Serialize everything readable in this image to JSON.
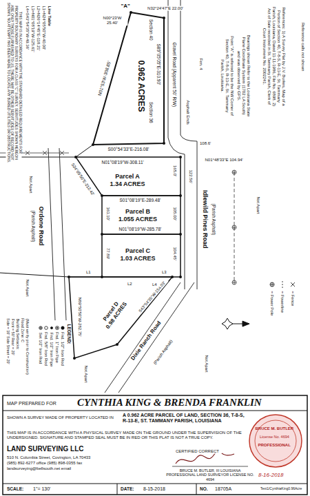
{
  "diagram": {
    "nodes": [
      {
        "text": [
          "0.962 ACRES"
        ]
      },
      {
        "text": [
          "Parcel A",
          "1.34 ACRES"
        ]
      },
      {
        "text": [
          "Parcel B",
          "1.055 ACRES"
        ]
      },
      {
        "text": [
          "Parcel C",
          "1.03 ACRES"
        ]
      },
      {
        "text": [
          "Parcel D",
          "0.98 ACRES"
        ]
      }
    ],
    "labels": [
      "Reference calls not shown",
      "References: 1) A Survey Plat by J.V. Burkes, Map of a Portion of Section 40, T-8-S, R-13-E, St. Tammany Parish, Louisiana, Dated 11-11-1986, File No. 6898. 2) Act of Sale recorded in St. Tammany Parish, Clerk of Court Instrument No. 2002241.",
      "\"A\"",
      "N32°24'47\"E 22.00'",
      "N00°23'W 25.40'",
      "N01°53'W-308.85'",
      "S89°05'05\"E-310.90'",
      "Section 40",
      "Section 36",
      "S00°54'33\"E-216.08'",
      "Gravel Road (Apparent 50' R/W)",
      "Asphalt Ends",
      "Fen. 4",
      "108.6'",
      "N01°48'33\"E 104.94'",
      "N01°08'19\"W-308.11'",
      "165.0'",
      "122.56'",
      "S24°05'50\"E-212.42'",
      "S01°08'19\"E-289.48'",
      "105.00'",
      "163.10'",
      "N01°08'19\"W-285.78'",
      "77.89'",
      "104.45'",
      "N89°50'50\"W-282.75'",
      "S43°54'35\"W-154.03'",
      "L1",
      "L2",
      "L3",
      "L4",
      "Idlewild Pines Road",
      "(Parish Asphalt)",
      "Point \"A\" is referred to be the NW Corner of Section 40, T-8-S, R-13-E, St. Tammany Parish, Louisiana.",
      "Bearings shown Refer to the Louisiana State Plane Coordinate System (1702 LA South) and was observed by GPS.",
      "Ordone Road",
      "(Parish Asphalt)",
      "Dixie Ranch Road",
      "(Parish Asphalt)",
      "Not Apart",
      "Not Apart",
      "Not Apart",
      "Not Apart",
      "Not Apart",
      "LEGEND:",
      "(Must verify prior to Construction)",
      "Flood Zone: C",
      "Building Setbacks:",
      "Front = 50' Rear = 20'",
      "Side = 10' Side Street = 20'",
      "Line Table",
      "L1=N24°05'50\"W-40.00'",
      "L2=N26°14'45\"E-118.21'",
      "L3=N01°08'19\"W-125.61'",
      "L4=S43°54'35\"W-49.36'",
      "THIS MAP IS IN ACCORDANCE WITH THE STANDARD DETAILED REQUIREMENTS FOR PROPERTY BOUNDARY SURVEYS FOR A CLASS \"C\" SURVEY. SERVITUDES SHOWN HEREON ARE ONLY THOSE FURNISHED TO US. THERE MAY BE OTHER SERVITUDES OF RECORD NOT SHOWN. NO ATTEMPT HAS BEEN MADE TO LOCATE ANY BURIED UTILITIES OR OBSTRUCTIONS.",
      "MAP PREPARED FOR",
      "CYNTHIA KING & BRENDA FRANKLIN",
      "SHOWN A SURVEY MADE OF PROPERTY LOCATED IN",
      "A 0.962 ACRE PARCEL OF LAND, SECTION 36, T-8-S, R-13-E, ST. TAMMANY PARISH, LOUISIANA",
      "THIS MAP IS IN ACCORDANCE WITH A PHYSICAL SURVEY MADE ON THE GROUND UNDER THE SUPERVISION OF THE UNDERSIGNED. SIGNATURE AND STAMPED SEAL MUST BE IN RED OR THIS PLAT IS NOT A TRUE COPY.",
      "LAND SURVEYING LLC",
      "510 N. Columbia Street, Covington, LA 70433",
      "(985) 892-6277 office (985) 898-0355 fax",
      "landsurveying@bellsouth.net email",
      "CERTIFIED CORRECT",
      "BRUCE M. BUTLER, III LOUISIANA PROFESSIONAL LAND SURVEYOR LICENSE NO. 4694",
      "BRUCE M. BUTLER",
      "License No. 4694",
      "PROFESSIONAL",
      "8-16-2018",
      "SCALE:",
      "1\"= 130'",
      "DATE:",
      "8-15-2018",
      "NO.",
      "18705A",
      "Text1/CynthiaKing0.96Acre"
    ],
    "legend": [
      {
        "text": "Fnd. 1/2\" Iron Rod"
      },
      {
        "text": "Fnd. 1\" Iron Pipe"
      },
      {
        "text": "Fnd. 1/2\" Iron Pipe"
      },
      {
        "text": "Fnd. 5/8\" Iron Rod"
      },
      {
        "text": "Set 1/2\" Iron Rod"
      },
      {
        "text": "= Power Pole"
      },
      {
        "text": "= Powerline"
      },
      {
        "text": "= Fence"
      }
    ]
  }
}
